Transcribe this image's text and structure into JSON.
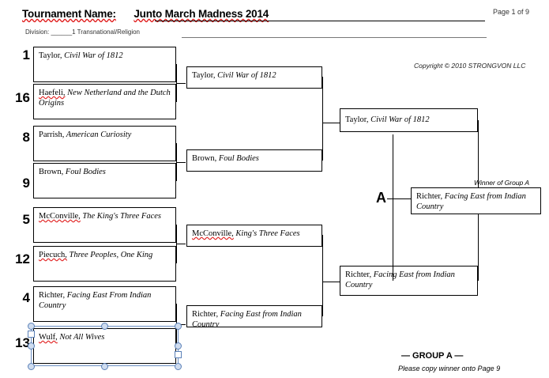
{
  "header": {
    "tournament_label": "Tournament Name:",
    "tournament_value": "Junto March Madness 2014",
    "page_indicator": "Page 1 of 9",
    "division_label": "Division:",
    "division_value": "1 Transnational/Religion",
    "copyright": "Copyright © 2010 STRONGVON LLC"
  },
  "footer": {
    "group_label": "— GROUP A —",
    "group_note": "Please copy winner onto Page 9",
    "winner_caption": "Winner of Group A",
    "group_letter": "A"
  },
  "round1": {
    "seeds": [
      "1",
      "16",
      "8",
      "9",
      "5",
      "12",
      "4",
      "13"
    ],
    "entries": [
      {
        "author": "Taylor,",
        "title": " Civil War of 1812",
        "misspelled": false
      },
      {
        "author": "Haefeli,",
        "title": " New Netherland and the Dutch Origins",
        "misspelled": true
      },
      {
        "author": "Parrish,",
        "title": " American Curiosity",
        "misspelled": false
      },
      {
        "author": "Brown,",
        "title": " Foul Bodies",
        "misspelled": false
      },
      {
        "author": "McConville,",
        "title": " The King's Three Faces",
        "misspelled": true
      },
      {
        "author": "Piecuch,",
        "title": " Three Peoples, One King",
        "misspelled": true
      },
      {
        "author": "Richter,",
        "title": " Facing East From Indian Country",
        "misspelled": false
      },
      {
        "author": "Wulf,",
        "title": " Not All Wives",
        "misspelled": true
      }
    ]
  },
  "round2": {
    "entries": [
      {
        "author": "Taylor,",
        "title": " Civil War of 1812",
        "misspelled": false
      },
      {
        "author": "Brown,",
        "title": " Foul Bodies",
        "misspelled": false
      },
      {
        "author": "McConville,",
        "title": " King's Three Faces",
        "misspelled": true
      },
      {
        "author": "Richter,",
        "title": " Facing East from Indian Country",
        "misspelled": false
      }
    ]
  },
  "round3": {
    "entries": [
      {
        "author": "Taylor,",
        "title": " Civil War of 1812",
        "misspelled": false
      },
      {
        "author": "Richter,",
        "title": " Facing East from Indian Country",
        "misspelled": false
      }
    ]
  },
  "winner": {
    "entry": {
      "author": "Richter,",
      "title": " Facing East from Indian Country",
      "misspelled": false
    }
  },
  "selection": {
    "selected_index": 7,
    "handle_color": "#5b81b8"
  }
}
